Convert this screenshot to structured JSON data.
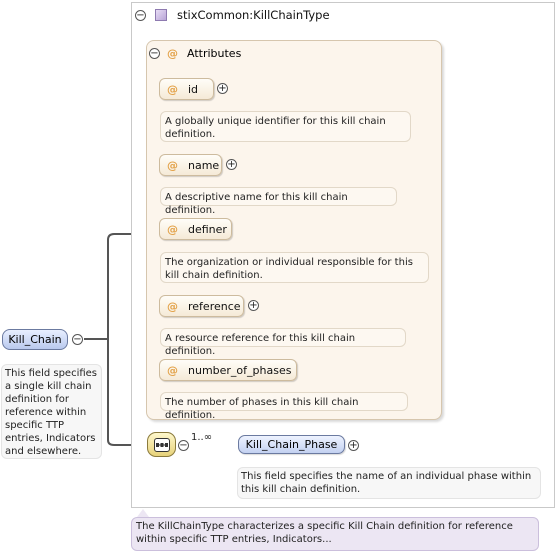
{
  "type_box": {
    "title": "stixCommon:KillChainType",
    "toggle": "⊖",
    "documentation": "The KillChainType characterizes a specific Kill Chain definition for reference within specific TTP entries, Indicators..."
  },
  "attributes": {
    "title": "Attributes",
    "at_symbol": "@",
    "toggle": "⊖",
    "items": [
      {
        "name": "id",
        "doc": "A globally unique identifier for this kill chain definition."
      },
      {
        "name": "name",
        "doc": "A descriptive name for this kill chain definition."
      },
      {
        "name": "definer",
        "doc": "The organization or individual responsible for this kill chain definition."
      },
      {
        "name": "reference",
        "doc": "A resource reference for this kill chain definition."
      },
      {
        "name": "number_of_phases",
        "doc": "The number of phases in this kill chain definition."
      }
    ]
  },
  "root_element": {
    "name": "Kill_Chain",
    "documentation": "This field specifies a single kill chain definition for reference within specific TTP entries, Indicators and elsewhere."
  },
  "child_element": {
    "name": "Kill_Chain_Phase",
    "cardinality": "1..∞",
    "documentation": "This field specifies the name of an individual phase within this kill chain definition."
  },
  "colors": {
    "attribute_accent": "#e3a34b",
    "element_fill": "#c3d1f1",
    "type_doc_fill": "#ece6f3"
  },
  "icons": {
    "type": "complex-type-icon",
    "sequence": "sequence-compositor-icon",
    "expand": "plus-icon",
    "collapse": "minus-icon"
  }
}
